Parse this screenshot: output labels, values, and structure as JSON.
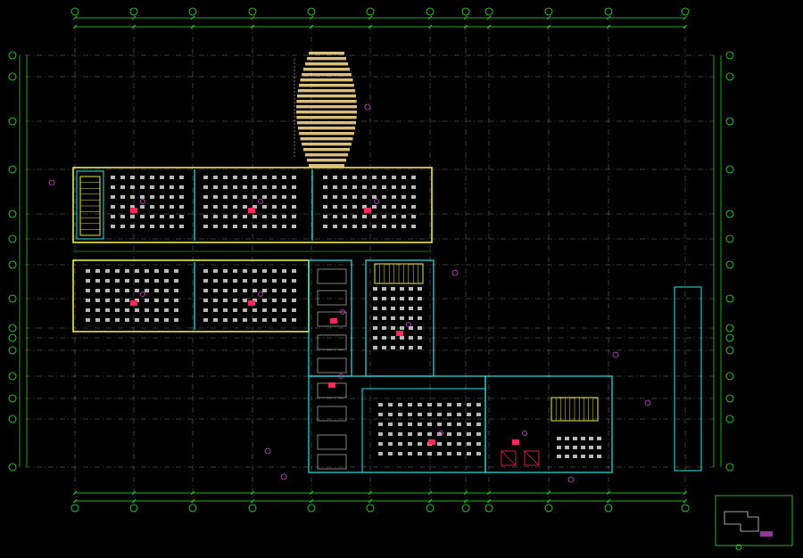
{
  "drawing": {
    "title": "",
    "scale": ""
  },
  "colors": {
    "background": "#000000",
    "grid": "#7a7a7a",
    "dimension": "#36e236",
    "wall": "#2fe3e3",
    "outline": "#e8e84a",
    "furniture": "#d8d8d8",
    "tag": "#ff2a5a",
    "stair": "#f1d38e",
    "accent": "#d050d0"
  },
  "plan": {
    "rooms": [
      {
        "id": "room-a1",
        "seats": true
      },
      {
        "id": "room-a2",
        "seats": true
      },
      {
        "id": "room-a3",
        "seats": true
      },
      {
        "id": "room-b1",
        "seats": true
      },
      {
        "id": "room-b2",
        "seats": true
      },
      {
        "id": "room-c1",
        "seats": true
      },
      {
        "id": "room-d1",
        "seats": true
      },
      {
        "id": "room-e1",
        "seats": false
      }
    ]
  }
}
